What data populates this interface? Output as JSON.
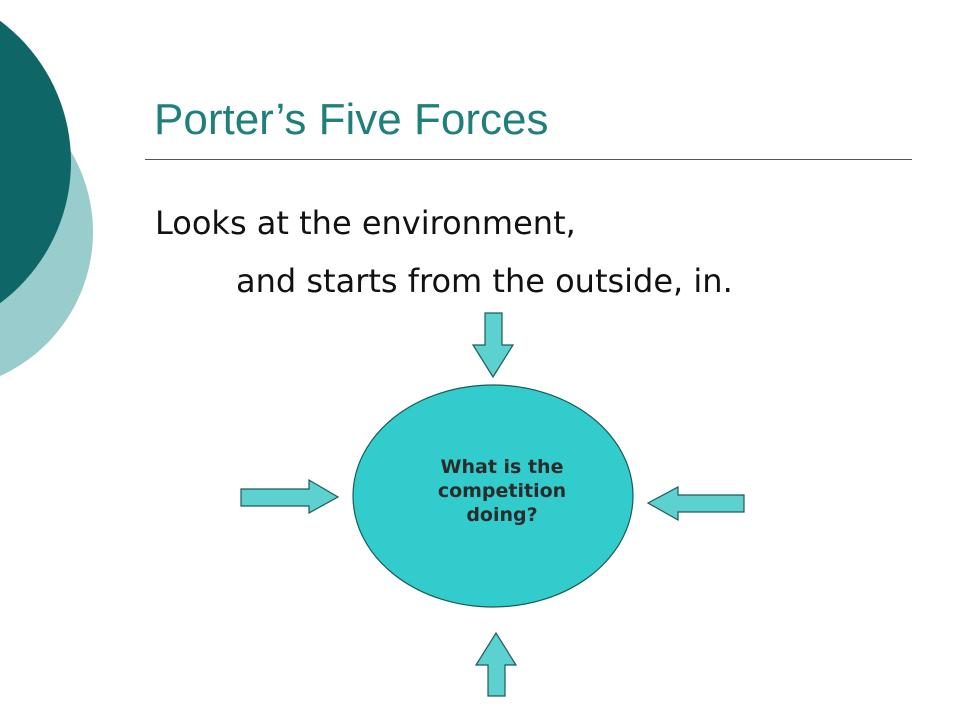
{
  "slide": {
    "title": "Porter’s Five Forces",
    "body": {
      "line1": "Looks at the environment,",
      "line2": "and starts from the outside, in."
    }
  },
  "diagram": {
    "center_text": [
      "What is the",
      "competition",
      "doing?"
    ],
    "center_fill": "#33cccc",
    "arrow_fill": "#5cd1cf"
  },
  "theme": {
    "accent_dark": "#0e6666",
    "accent_light": "#99cccc",
    "title_color": "#1f7f7b"
  }
}
